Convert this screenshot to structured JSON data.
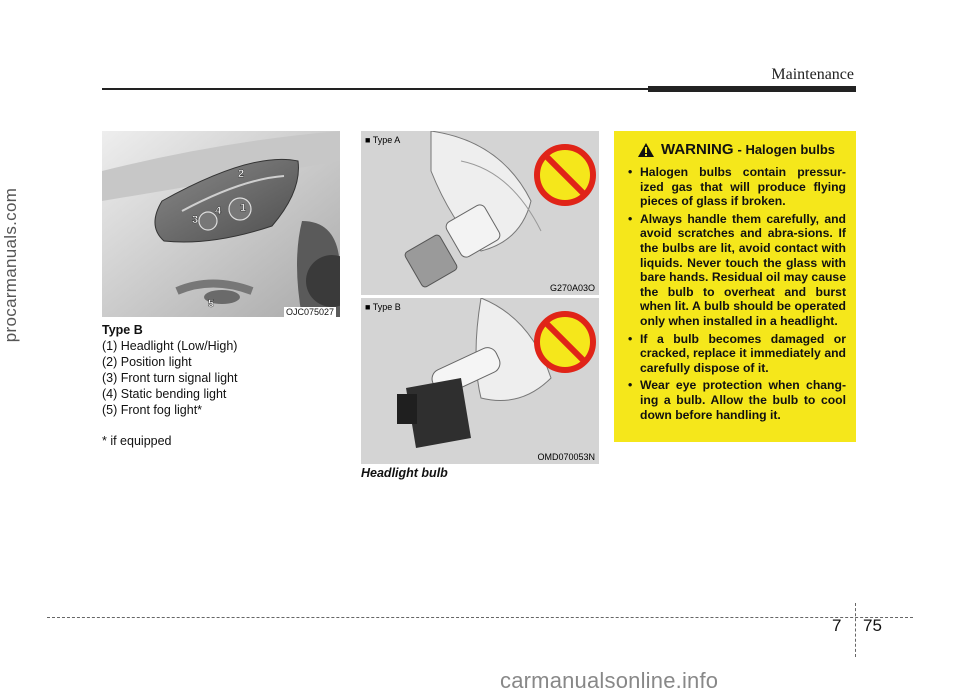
{
  "header": {
    "title": "Maintenance"
  },
  "side_watermark": "procarmanuals.com",
  "car_figure": {
    "code": "OJC075027",
    "callouts": [
      "1",
      "2",
      "3",
      "4",
      "5"
    ]
  },
  "legend": {
    "title": "Type B",
    "items": [
      "(1) Headlight (Low/High)",
      "(2) Position light",
      "(3) Front turn signal light",
      "(4) Static bending light",
      "(5) Front fog light*"
    ]
  },
  "footnote": "* if equipped",
  "bulb_a": {
    "label": "■ Type A",
    "code": "G270A03O"
  },
  "bulb_b": {
    "label": "■ Type B",
    "code": "OMD070053N"
  },
  "figure_caption": "Headlight bulb",
  "warning": {
    "title": "WARNING",
    "subtitle": "- Halogen bulbs",
    "icon": "warning-triangle-icon",
    "items": [
      "Halogen bulbs contain pressur-ized gas that will produce flying pieces of glass if broken.",
      "Always handle them carefully, and avoid scratches and abra-sions. If the bulbs are lit, avoid contact with liquids. Never touch the glass with bare hands. Residual oil may cause the bulb to overheat and burst when lit. A bulb should be operated only when installed in a headlight.",
      "If a bulb becomes damaged or cracked, replace it immediately and carefully dispose of it.",
      "Wear eye protection when chang-ing a bulb. Allow the bulb to cool down before handling it."
    ],
    "colors": {
      "background": "#f5e71b",
      "prohibit": "#e02418"
    }
  },
  "footer": {
    "chapter": "7",
    "page": "75"
  },
  "bottom_watermark": "carmanualsonline.info"
}
